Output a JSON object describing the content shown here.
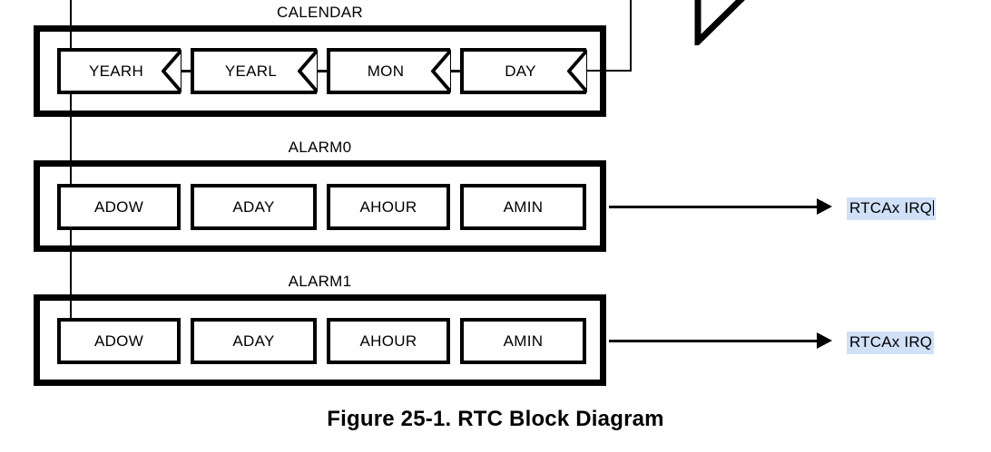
{
  "figure": {
    "caption": "Figure 25-1. RTC Block Diagram",
    "background_color": "#ffffff",
    "line_color": "#000000",
    "selection_highlight_color": "#cfe0f7"
  },
  "groups": [
    {
      "title": "CALENDAR",
      "cascaded": true,
      "registers": [
        {
          "label": "YEARH",
          "notch": "chevron-left"
        },
        {
          "label": "YEARL",
          "notch": "chevron-left"
        },
        {
          "label": "MON",
          "notch": "chevron-left"
        },
        {
          "label": "DAY",
          "notch": "chevron-left"
        }
      ]
    },
    {
      "title": "ALARM0",
      "cascaded": false,
      "registers": [
        {
          "label": "ADOW",
          "notch": "none"
        },
        {
          "label": "ADAY",
          "notch": "none"
        },
        {
          "label": "AHOUR",
          "notch": "none"
        },
        {
          "label": "AMIN",
          "notch": "none"
        }
      ]
    },
    {
      "title": "ALARM1",
      "cascaded": false,
      "registers": [
        {
          "label": "ADOW",
          "notch": "none"
        },
        {
          "label": "ADAY",
          "notch": "none"
        },
        {
          "label": "AHOUR",
          "notch": "none"
        },
        {
          "label": "AMIN",
          "notch": "none"
        }
      ]
    }
  ],
  "outputs": [
    {
      "label": "RTCAx IRQ",
      "from": "ALARM0",
      "selected": true,
      "caret": true
    },
    {
      "label": "RTCAx IRQ",
      "from": "ALARM1",
      "selected": true,
      "caret": false
    }
  ]
}
